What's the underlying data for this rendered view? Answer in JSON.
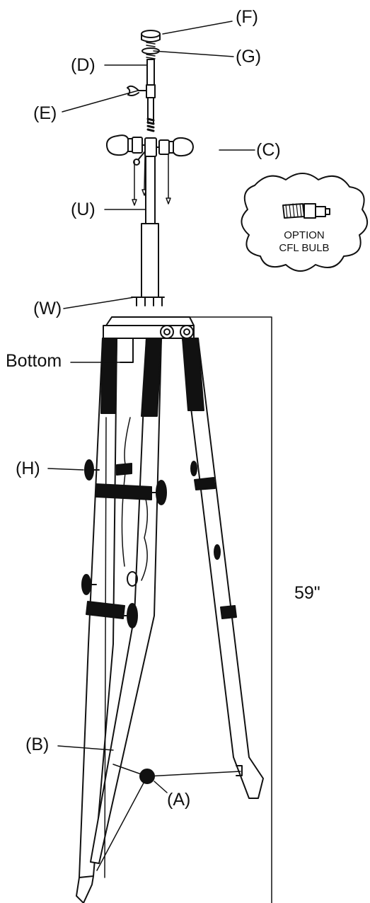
{
  "labels": {
    "F": "(F)",
    "G": "(G)",
    "D": "(D)",
    "E": "(E)",
    "C": "(C)",
    "U": "(U)",
    "W": "(W)",
    "bottom": "Bottom",
    "H": "(H)",
    "B": "(B)",
    "A": "(A)",
    "height": "59\""
  },
  "callout": {
    "line1": "OPTION",
    "line2": "CFL BULB"
  },
  "icons": [
    "cfl-bulb-icon",
    "incandescent-bulb-icon",
    "wing-nut-icon",
    "leg-clamp-knob-icon"
  ],
  "colors": {
    "ink": "#111111",
    "background": "#ffffff"
  }
}
